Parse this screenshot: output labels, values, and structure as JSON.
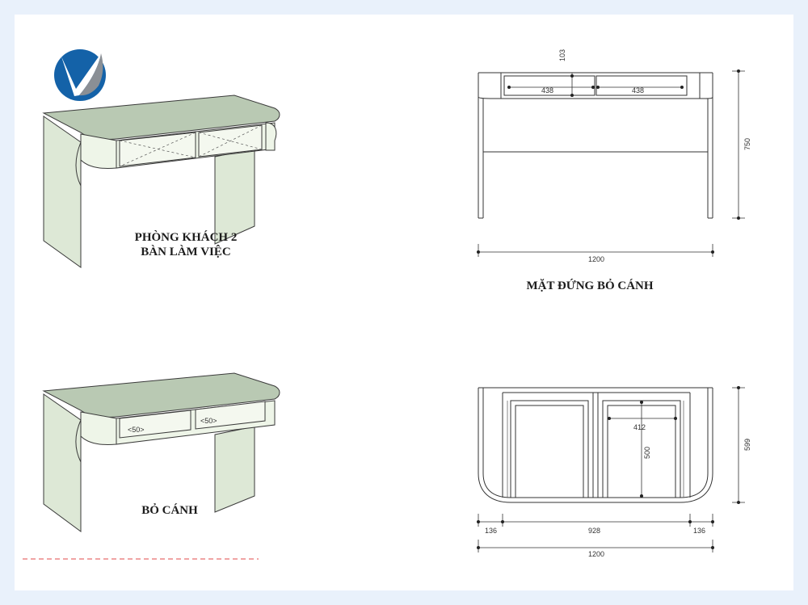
{
  "captions": {
    "living_room": "PHÒNG KHÁCH 2",
    "desk": "BÀN LÀM VIỆC",
    "elevation": "MẶT ĐỨNG BỎ CÁNH",
    "no_doors": "BỎ CÁNH"
  },
  "drawer_labels": [
    "<50>",
    "<50>"
  ],
  "dimensions": {
    "elevation": {
      "drawer_height": "103",
      "drawer_left": "438",
      "drawer_right": "438",
      "height": "750",
      "width": "1200"
    },
    "plan": {
      "inner_width": "412",
      "inner_depth": "500",
      "depth": "599",
      "left": "136",
      "middle": "928",
      "right": "136",
      "width": "1200"
    }
  },
  "colors": {
    "background": "#e9f1fb",
    "desk_top": "#b9c9b3",
    "desk_side": "#dfe9d8",
    "logo_blue": "#1462a8",
    "logo_grey": "#8a8f95",
    "dashed_line": "#e04848"
  },
  "icons": {
    "logo": "brand-logo-icon"
  }
}
